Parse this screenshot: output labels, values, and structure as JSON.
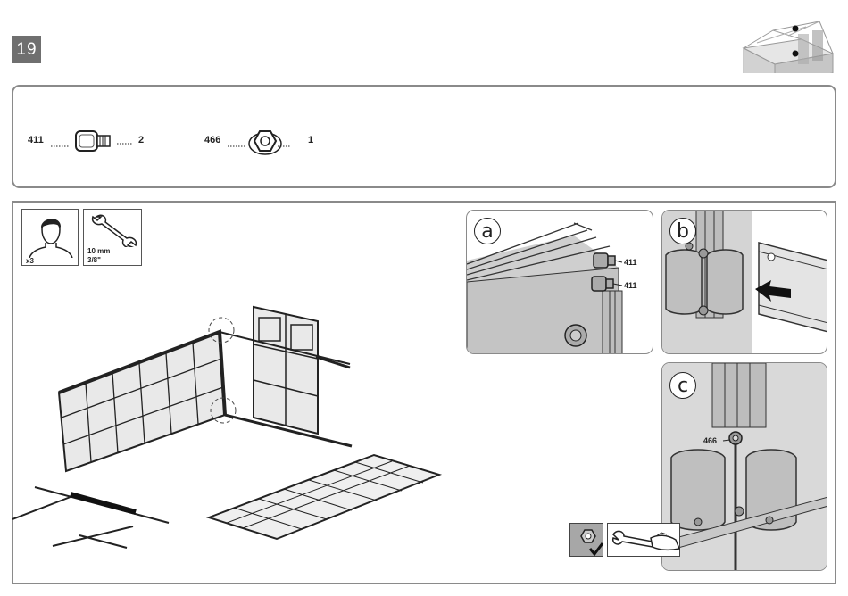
{
  "step_number": "19",
  "parts": [
    {
      "code": "411",
      "qty": "2",
      "icon": "bolt-icon"
    },
    {
      "code": "466",
      "qty": "1",
      "icon": "hex-nut-icon"
    }
  ],
  "people_icon": {
    "count": "x3",
    "icon": "person-icon"
  },
  "tool": {
    "size_metric": "10 mm",
    "size_imperial": "3/8\"",
    "icon": "wrench-icon"
  },
  "details": {
    "a": {
      "label": "a",
      "callouts": [
        "411",
        "411"
      ]
    },
    "b": {
      "label": "b"
    },
    "c": {
      "label": "c",
      "callouts": [
        "466"
      ]
    }
  },
  "overview_icon": "greenhouse-location-icon"
}
